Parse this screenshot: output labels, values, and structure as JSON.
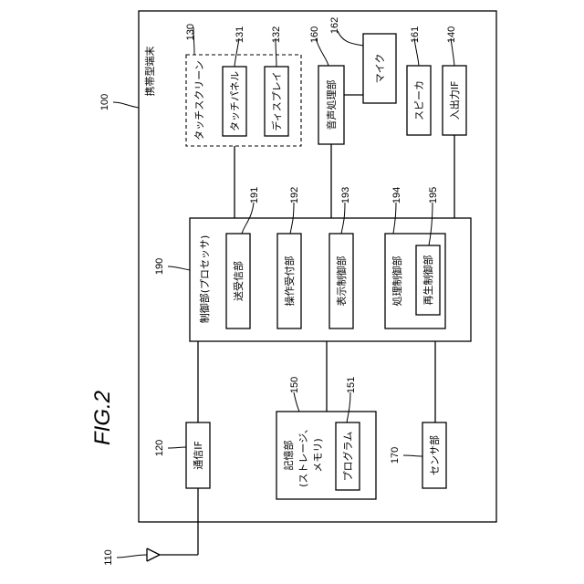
{
  "figure_label": "FIG.2",
  "terminal": {
    "ref": "100",
    "label": "携帯型端末"
  },
  "antenna": {
    "ref": "110"
  },
  "comm_if": {
    "ref": "120",
    "label": "通信IF"
  },
  "touchscreen": {
    "ref": "130",
    "label": "タッチスクリーン"
  },
  "touch_panel": {
    "ref": "131",
    "label": "タッチパネル"
  },
  "display": {
    "ref": "132",
    "label": "ディスプレイ"
  },
  "io_if": {
    "ref": "140",
    "label": "入出力IF"
  },
  "storage": {
    "ref": "150",
    "lines": [
      "記憶部",
      "(ストレージ、",
      "メモリ)"
    ]
  },
  "program": {
    "ref": "151",
    "label": "プログラム"
  },
  "audio": {
    "ref": "160",
    "label": "音声処理部"
  },
  "speaker": {
    "ref": "161",
    "label": "スピーカ"
  },
  "mic": {
    "ref": "162",
    "label": "マイク"
  },
  "sensor": {
    "ref": "170",
    "label": "センサ部"
  },
  "controller": {
    "ref": "190",
    "label": "制御部(プロセッサ)"
  },
  "tx_rx": {
    "ref": "191",
    "label": "送受信部"
  },
  "op_accept": {
    "ref": "192",
    "label": "操作受付部"
  },
  "disp_ctrl": {
    "ref": "193",
    "label": "表示制御部"
  },
  "proc_ctrl": {
    "ref": "194",
    "label": "処理制御部"
  },
  "playback": {
    "ref": "195",
    "label": "再生制御部"
  }
}
